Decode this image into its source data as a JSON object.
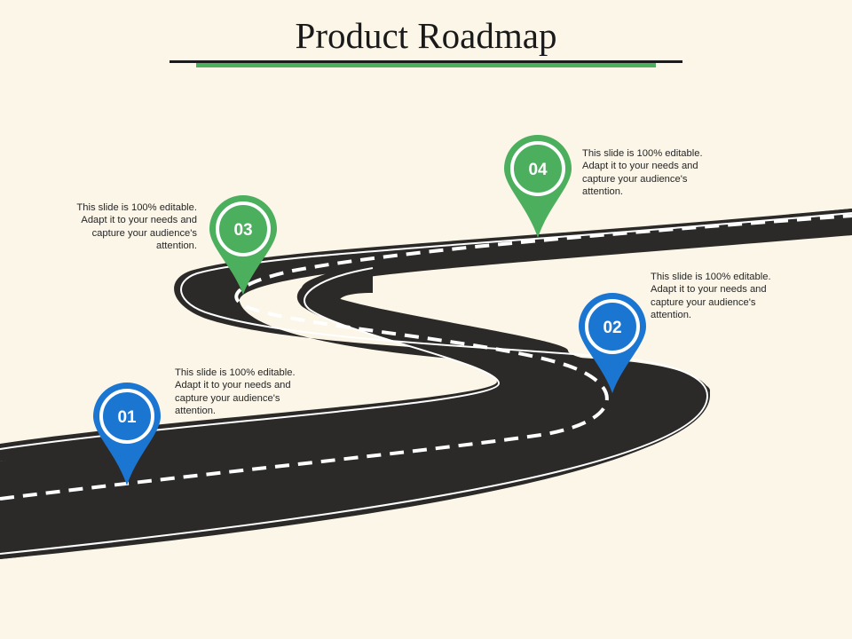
{
  "title": "Product Roadmap",
  "colors": {
    "background": "#fcf6e8",
    "road": "#2b2a28",
    "road_outline": "#1d1c1a",
    "dashes": "#ffffff",
    "pin_green": "#4caf5e",
    "pin_blue": "#1b76d2",
    "accent_rule": "#4caf5e"
  },
  "milestones": [
    {
      "number": "01",
      "color": "blue",
      "text": "This slide is 100% editable. Adapt it to your needs and capture your audience's attention."
    },
    {
      "number": "02",
      "color": "blue",
      "text": "This slide is 100% editable. Adapt it to your needs and capture your audience's attention."
    },
    {
      "number": "03",
      "color": "green",
      "text": "This slide is 100% editable. Adapt it to your needs and capture your audience's attention."
    },
    {
      "number": "04",
      "color": "green",
      "text": "This slide is 100% editable. Adapt it to your needs and capture your audience's attention."
    }
  ]
}
